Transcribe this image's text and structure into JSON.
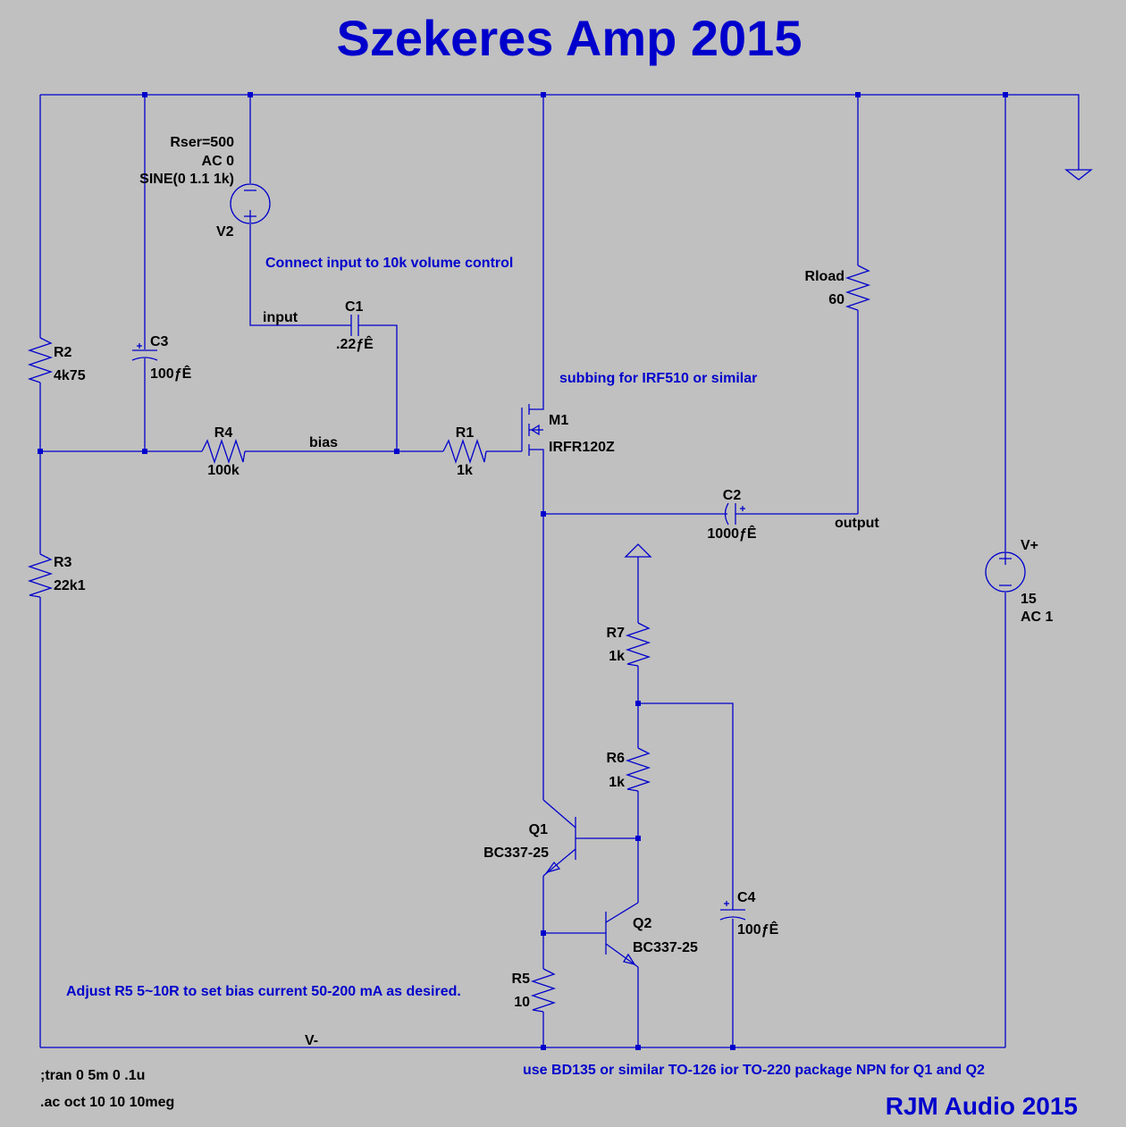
{
  "title": "Szekeres Amp 2015",
  "credit": "RJM Audio 2015",
  "colors": {
    "background": "#c0c0c0",
    "wire": "#0000cc",
    "text": "#000000",
    "note_text": "#0000cc"
  },
  "notes": {
    "input": "Connect input to 10k volume control",
    "subbing": "subbing for IRF510 or similar",
    "adjust": "Adjust R5 5~10R to set bias current 50-200 mA as desired.",
    "transistors": "use BD135 or similar TO-126 ior TO-220 package NPN for Q1 and Q2"
  },
  "directives": {
    "tran": ";tran 0 5m 0 .1u",
    "ac": ".ac oct 10 10 10meg"
  },
  "nets": {
    "input": "input",
    "bias": "bias",
    "output": "output",
    "vminus": "V-"
  },
  "components": {
    "V2": {
      "name": "V2",
      "line1": "Rser=500",
      "line2": "AC 0",
      "line3": "SINE(0 1.1 1k)"
    },
    "Vplus": {
      "name": "V+",
      "value": "15",
      "ac": "AC 1"
    },
    "R2": {
      "name": "R2",
      "value": "4k75"
    },
    "R3": {
      "name": "R3",
      "value": "22k1"
    },
    "R4": {
      "name": "R4",
      "value": "100k"
    },
    "R1": {
      "name": "R1",
      "value": "1k"
    },
    "R5": {
      "name": "R5",
      "value": "10"
    },
    "R6": {
      "name": "R6",
      "value": "1k"
    },
    "R7": {
      "name": "R7",
      "value": "1k"
    },
    "Rload": {
      "name": "Rload",
      "value": "60"
    },
    "C1": {
      "name": "C1",
      "value": ".22ƒÊ"
    },
    "C2": {
      "name": "C2",
      "value": "1000ƒÊ"
    },
    "C3": {
      "name": "C3",
      "value": "100ƒÊ"
    },
    "C4": {
      "name": "C4",
      "value": "100ƒÊ"
    },
    "M1": {
      "name": "M1",
      "model": "IRFR120Z"
    },
    "Q1": {
      "name": "Q1",
      "model": "BC337-25"
    },
    "Q2": {
      "name": "Q2",
      "model": "BC337-25"
    }
  }
}
